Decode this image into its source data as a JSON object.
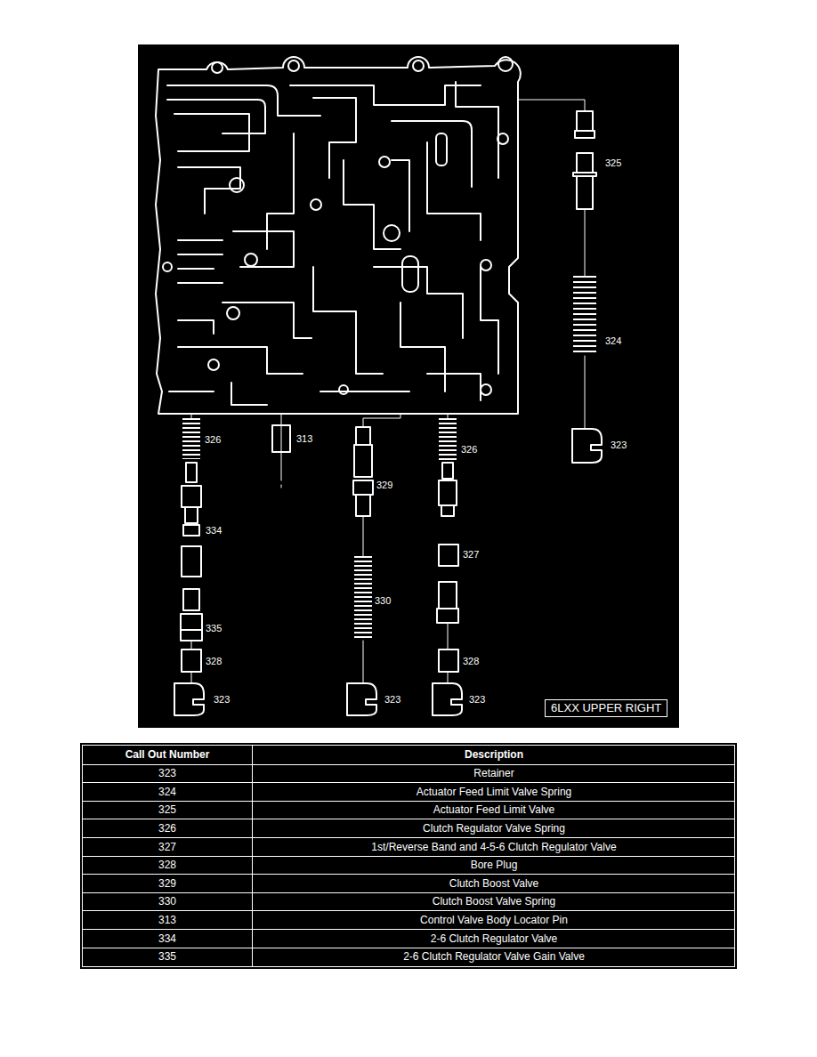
{
  "diagram": {
    "nodes": [
      {
        "text": [
          "6LXX UPPER RIGHT"
        ]
      }
    ],
    "labels": [
      "325",
      "324",
      "326",
      "313",
      "329",
      "326",
      "323",
      "334",
      "327",
      "330",
      "335",
      "328",
      "328",
      "323",
      "323",
      "323",
      "Call Out Number",
      "Description",
      "323",
      "Retainer",
      "324",
      "Actuator Feed Limit Valve Spring",
      "325",
      "Actuator Feed Limit Valve",
      "326",
      "Clutch Regulator Valve Spring",
      "327",
      "1st/Reverse Band and 4-5-6 Clutch Regulator Valve",
      "328",
      "Bore Plug",
      "329",
      "Clutch Boost Valve",
      "330",
      "Clutch Boost Valve Spring",
      "313",
      "Control Valve Body Locator Pin",
      "334",
      "2-6 Clutch Regulator Valve",
      "335",
      "2-6 Clutch Regulator Valve Gain Valve"
    ]
  }
}
